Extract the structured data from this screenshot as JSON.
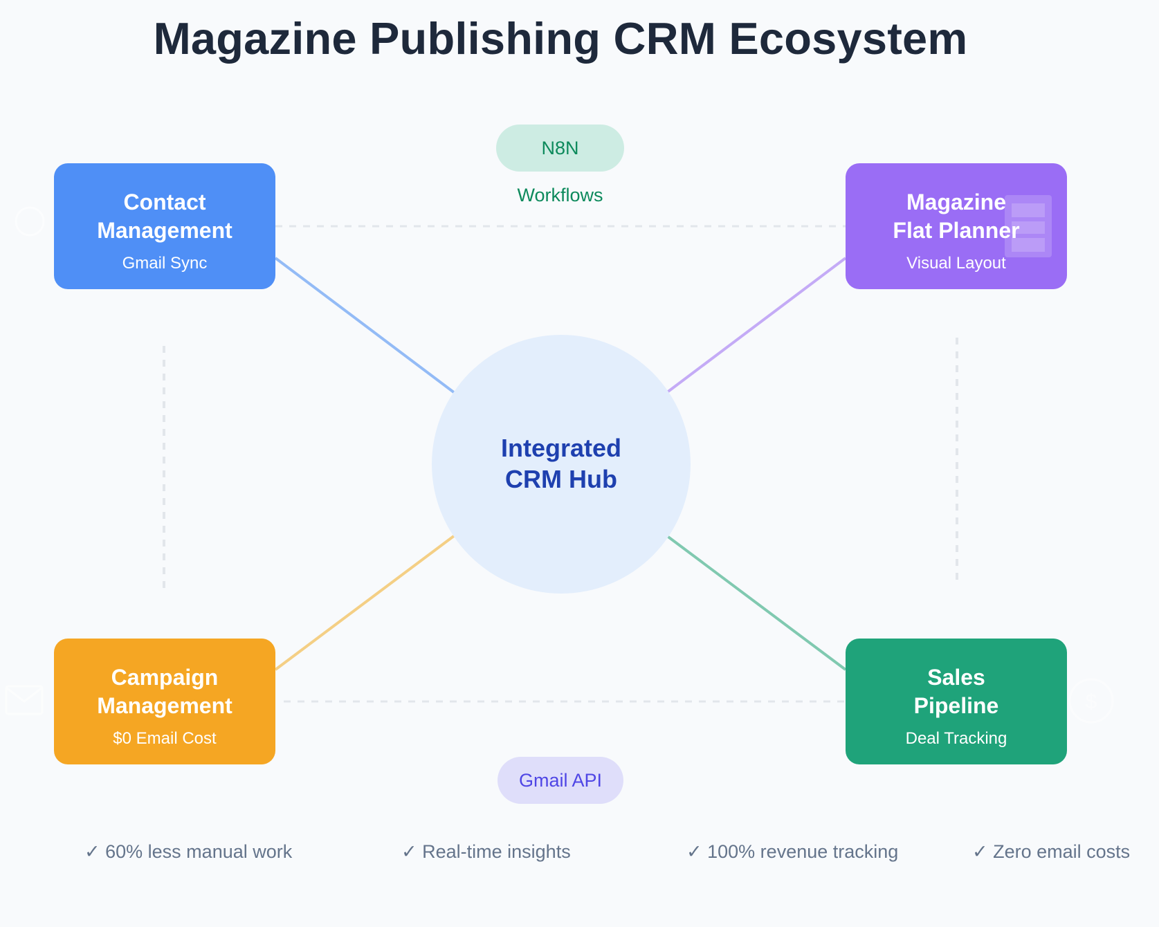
{
  "title": "Magazine Publishing CRM Ecosystem",
  "hub": {
    "line1": "Integrated",
    "line2": "CRM Hub",
    "fill": "#e3eefc",
    "text_color": "#1e40af"
  },
  "modules": {
    "contact": {
      "line1": "Contact",
      "line2": "Management",
      "sub": "Gmail Sync",
      "color": "#4f8ff6",
      "connector_color": "#93bbf6",
      "icon": "user-circle-icon"
    },
    "flatplan": {
      "line1": "Magazine",
      "line2": "Flat Planner",
      "sub": "Visual Layout",
      "color": "#9a6df5",
      "connector_color": "#c4abf6",
      "icon": "page-layout-icon"
    },
    "campaign": {
      "line1": "Campaign",
      "line2": "Management",
      "sub": "$0 Email Cost",
      "color": "#f5a623",
      "connector_color": "#f4cf85",
      "icon": "envelope-icon"
    },
    "sales": {
      "line1": "Sales",
      "line2": "Pipeline",
      "sub": "Deal Tracking",
      "color": "#1fa37a",
      "connector_color": "#80c9b0",
      "icon": "dollar-circle-icon"
    }
  },
  "pills": {
    "workflows": {
      "label": "N8N Workflows",
      "bg": "#cdece3",
      "color": "#0d8a5c"
    },
    "gmail": {
      "label": "Gmail API",
      "bg": "#dfdefa",
      "color": "#4f46e5"
    }
  },
  "benefits": [
    "✓ 60% less manual work",
    "✓ Real-time insights",
    "✓ 100% revenue tracking",
    "✓ Zero email costs"
  ]
}
